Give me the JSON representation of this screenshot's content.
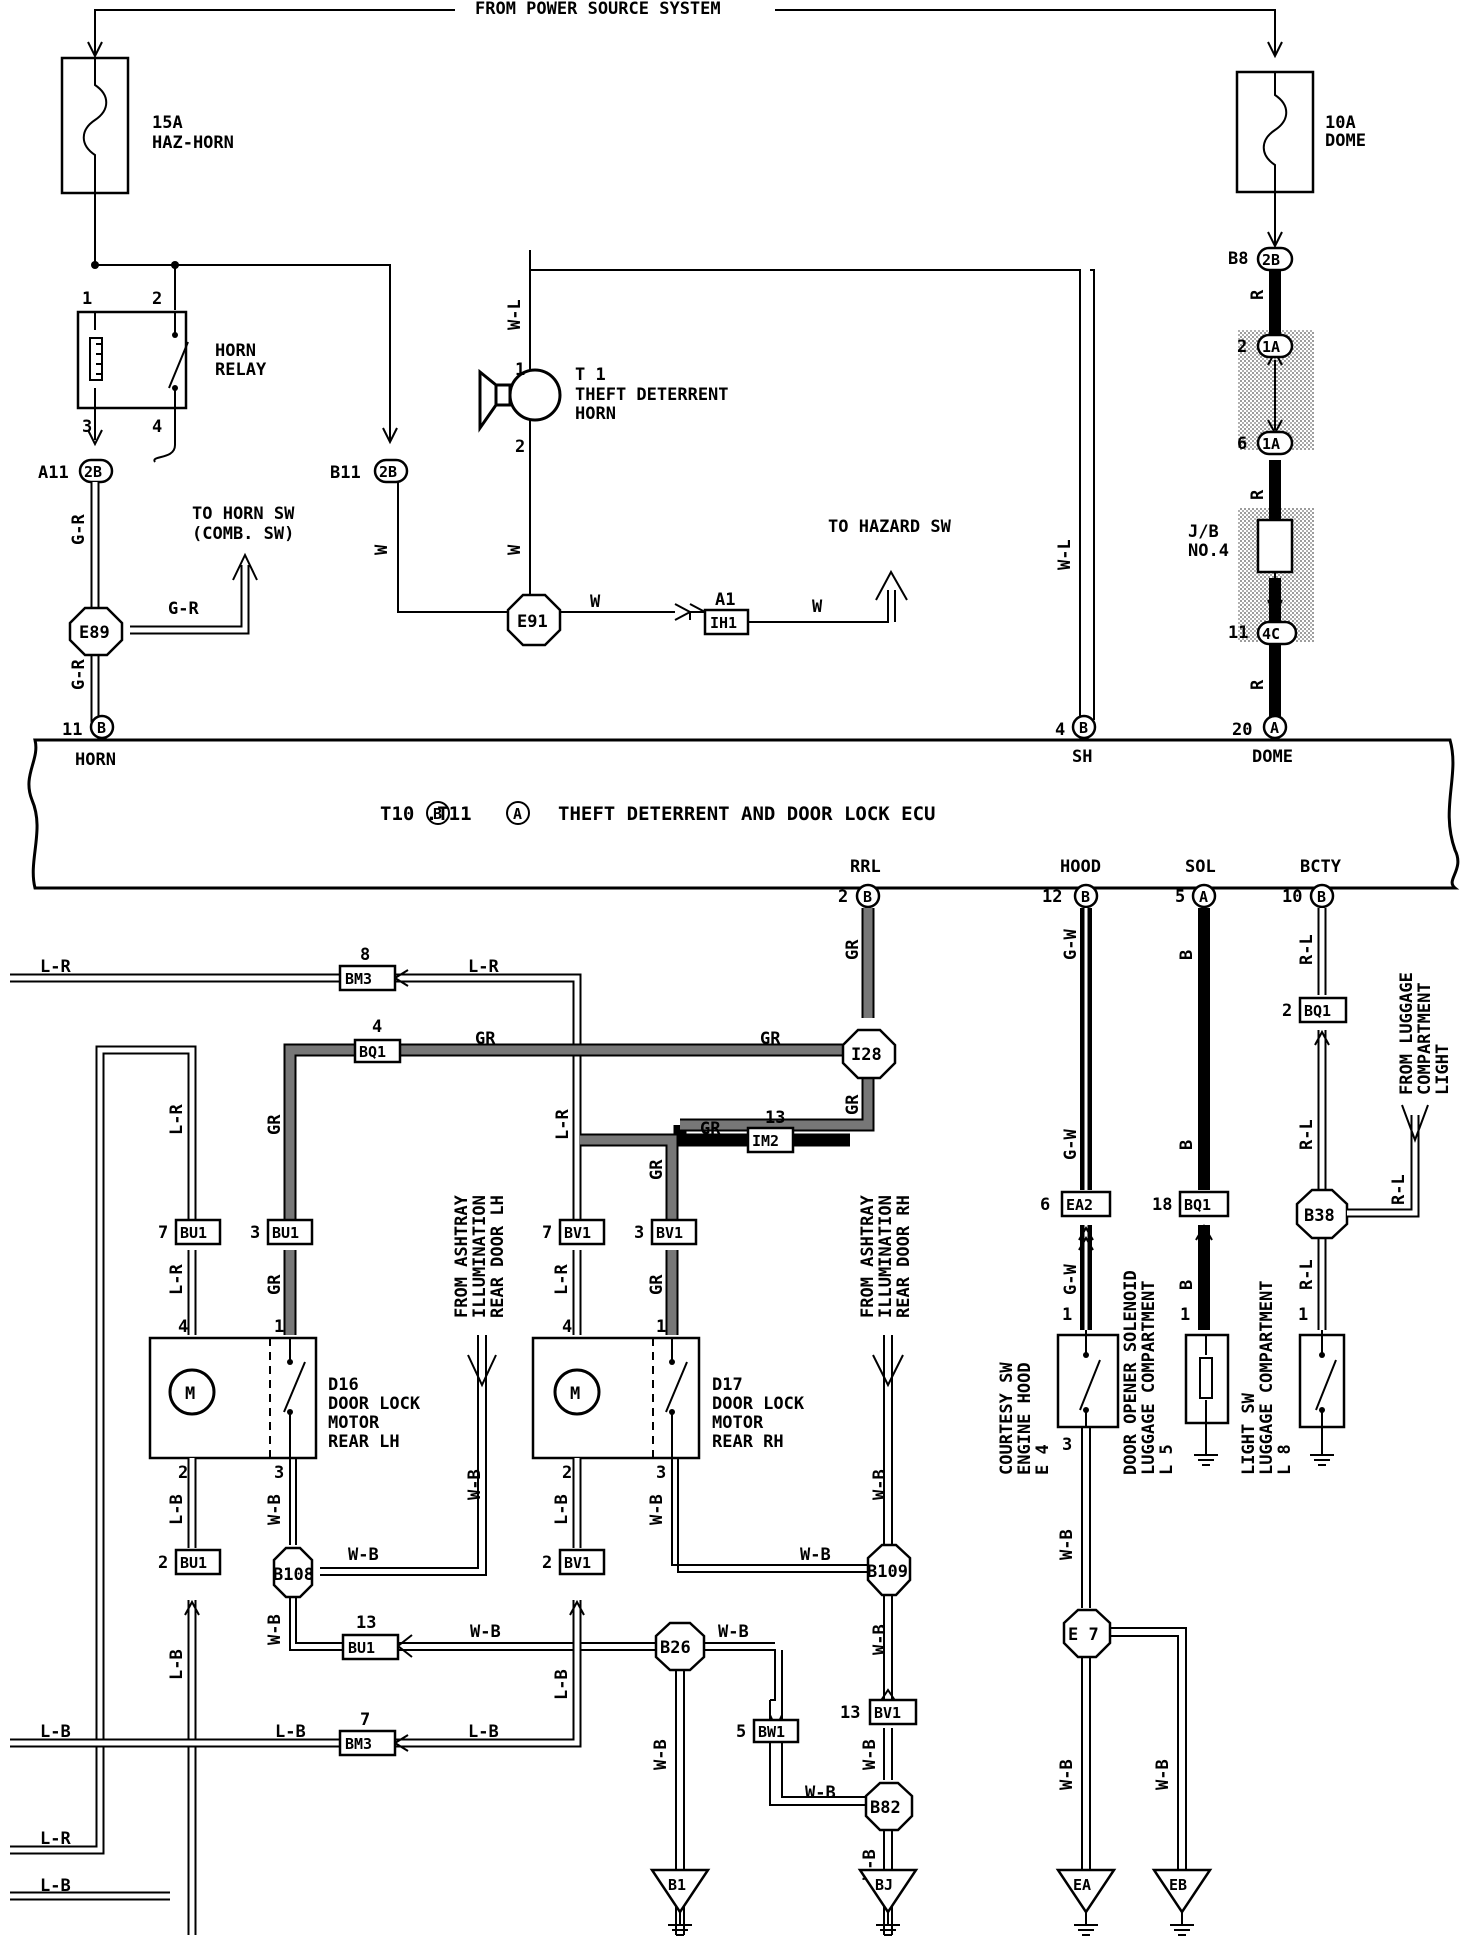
{
  "labels": {
    "power_source": "FROM POWER SOURCE SYSTEM",
    "to_horn_sw_1": "TO HORN SW",
    "to_horn_sw_2": "(COMB. SW)",
    "to_hazard_sw": "TO HAZARD SW",
    "jb_line1": "J/B",
    "jb_line2": "NO.4",
    "ashtray_lh": [
      "FROM ASHTRAY",
      "ILLUMINATION",
      "REAR DOOR LH"
    ],
    "ashtray_rh": [
      "FROM ASHTRAY",
      "ILLUMINATION",
      "REAR DOOR RH"
    ],
    "from_luggage": [
      "FROM LUGGAGE",
      "COMPARTMENT",
      "LIGHT"
    ]
  },
  "fuses": {
    "haz_horn": {
      "rating": "15A",
      "name": "HAZ-HORN"
    },
    "dome": {
      "rating": "10A",
      "name": "DOME"
    }
  },
  "horn_relay": {
    "pins": [
      "1",
      "2",
      "3",
      "4"
    ],
    "line1": "HORN",
    "line2": "RELAY"
  },
  "theft_horn": {
    "pin1": "1",
    "pin2": "2",
    "id": "T 1",
    "line2": "THEFT DETERRENT",
    "line3": "HORN"
  },
  "wires": {
    "g_r": "G-R",
    "w": "W",
    "w_l": "W-L",
    "r": "R",
    "gr": "GR",
    "l_r": "L-R",
    "l_b": "L-B",
    "w_b": "W-B",
    "g_w": "G-W",
    "b": "B",
    "r_l": "R-L"
  },
  "junctions": {
    "e89": "E89",
    "e91": "E91",
    "i28": "I28",
    "b108": "B108",
    "b109": "B109",
    "b26": "B26",
    "b82": "B82",
    "e7": "E 7",
    "b38": "B38"
  },
  "connectors": {
    "a11": {
      "id": "A11",
      "code": "2B"
    },
    "b11": {
      "id": "B11",
      "code": "2B"
    },
    "ih1": {
      "code": "IH1",
      "pin": "A1"
    },
    "b8": {
      "id": "B8",
      "code": "2B"
    },
    "j1a_top": {
      "code": "1A",
      "pin": "2"
    },
    "j1a_bot": {
      "code": "1A",
      "pin": "6"
    },
    "j4c": {
      "code": "4C",
      "pin": "11"
    },
    "bm3_top": {
      "code": "BM3",
      "pin": "8"
    },
    "bm3_bot": {
      "code": "BM3",
      "pin": "7"
    },
    "bq1_mid": {
      "code": "BQ1",
      "pin": "4"
    },
    "im2": {
      "code": "IM2",
      "pin": "13"
    },
    "bu1_a": {
      "code": "BU1",
      "pin": "7"
    },
    "bu1_b": {
      "code": "BU1",
      "pin": "3"
    },
    "bv1_a": {
      "code": "BV1",
      "pin": "7"
    },
    "bv1_b": {
      "code": "BV1",
      "pin": "3"
    },
    "bu1_c": {
      "code": "BU1",
      "pin": "13"
    },
    "bu1_d": {
      "code": "BU1",
      "pin": "2"
    },
    "bv1_c": {
      "code": "BV1",
      "pin": "13"
    },
    "bv1_d": {
      "code": "BV1",
      "pin": "2"
    },
    "bw1": {
      "code": "BW1",
      "pin": "5"
    },
    "ea2": {
      "code": "EA2",
      "pin": "6"
    },
    "bq1_sol": {
      "code": "BQ1",
      "pin": "18"
    },
    "bq1_bcty": {
      "code": "BQ1",
      "pin": "2"
    }
  },
  "ecu": {
    "prefix": "T10  .T11",
    "title": "THEFT DETERRENT AND DOOR LOCK ECU",
    "mark_a": "A",
    "mark_b": "B",
    "top_pins": [
      {
        "num": "11",
        "name": "HORN"
      },
      {
        "num": "4",
        "name": "SH"
      },
      {
        "num": "20",
        "name": "DOME"
      }
    ],
    "bottom_pins": [
      {
        "num": "2",
        "name": "RRL"
      },
      {
        "num": "12",
        "name": "HOOD"
      },
      {
        "num": "5",
        "name": "SOL"
      },
      {
        "num": "10",
        "name": "BCTY"
      }
    ]
  },
  "motors": {
    "symbol": "M",
    "d16": {
      "id": "D16",
      "line2": "DOOR LOCK",
      "line3": "MOTOR",
      "line4": "REAR LH",
      "pin_top_left": "4",
      "pin_top_right": "1",
      "pin_bot_left": "2",
      "pin_bot_right": "3"
    },
    "d17": {
      "id": "D17",
      "line2": "DOOR LOCK",
      "line3": "MOTOR",
      "line4": "REAR RH",
      "pin_top_left": "4",
      "pin_top_right": "1",
      "pin_bot_left": "2",
      "pin_bot_right": "3"
    }
  },
  "switches": {
    "e4": {
      "id": "E 4",
      "line2": "ENGINE HOOD",
      "line3": "COURTESY SW",
      "pin_top": "1",
      "pin_bot": "3"
    },
    "l5": {
      "id": "L 5",
      "line2": "LUGGAGE COMPARTMENT",
      "line3": "DOOR OPENER SOLENOID",
      "pin_top": "1"
    },
    "l8": {
      "id": "L 8",
      "line2": "LUGGAGE COMPARTMENT",
      "line3": "LIGHT SW",
      "pin_top": "1"
    }
  },
  "grounds": {
    "b1": "B1",
    "bj": "BJ",
    "ea": "EA",
    "eb": "EB"
  }
}
